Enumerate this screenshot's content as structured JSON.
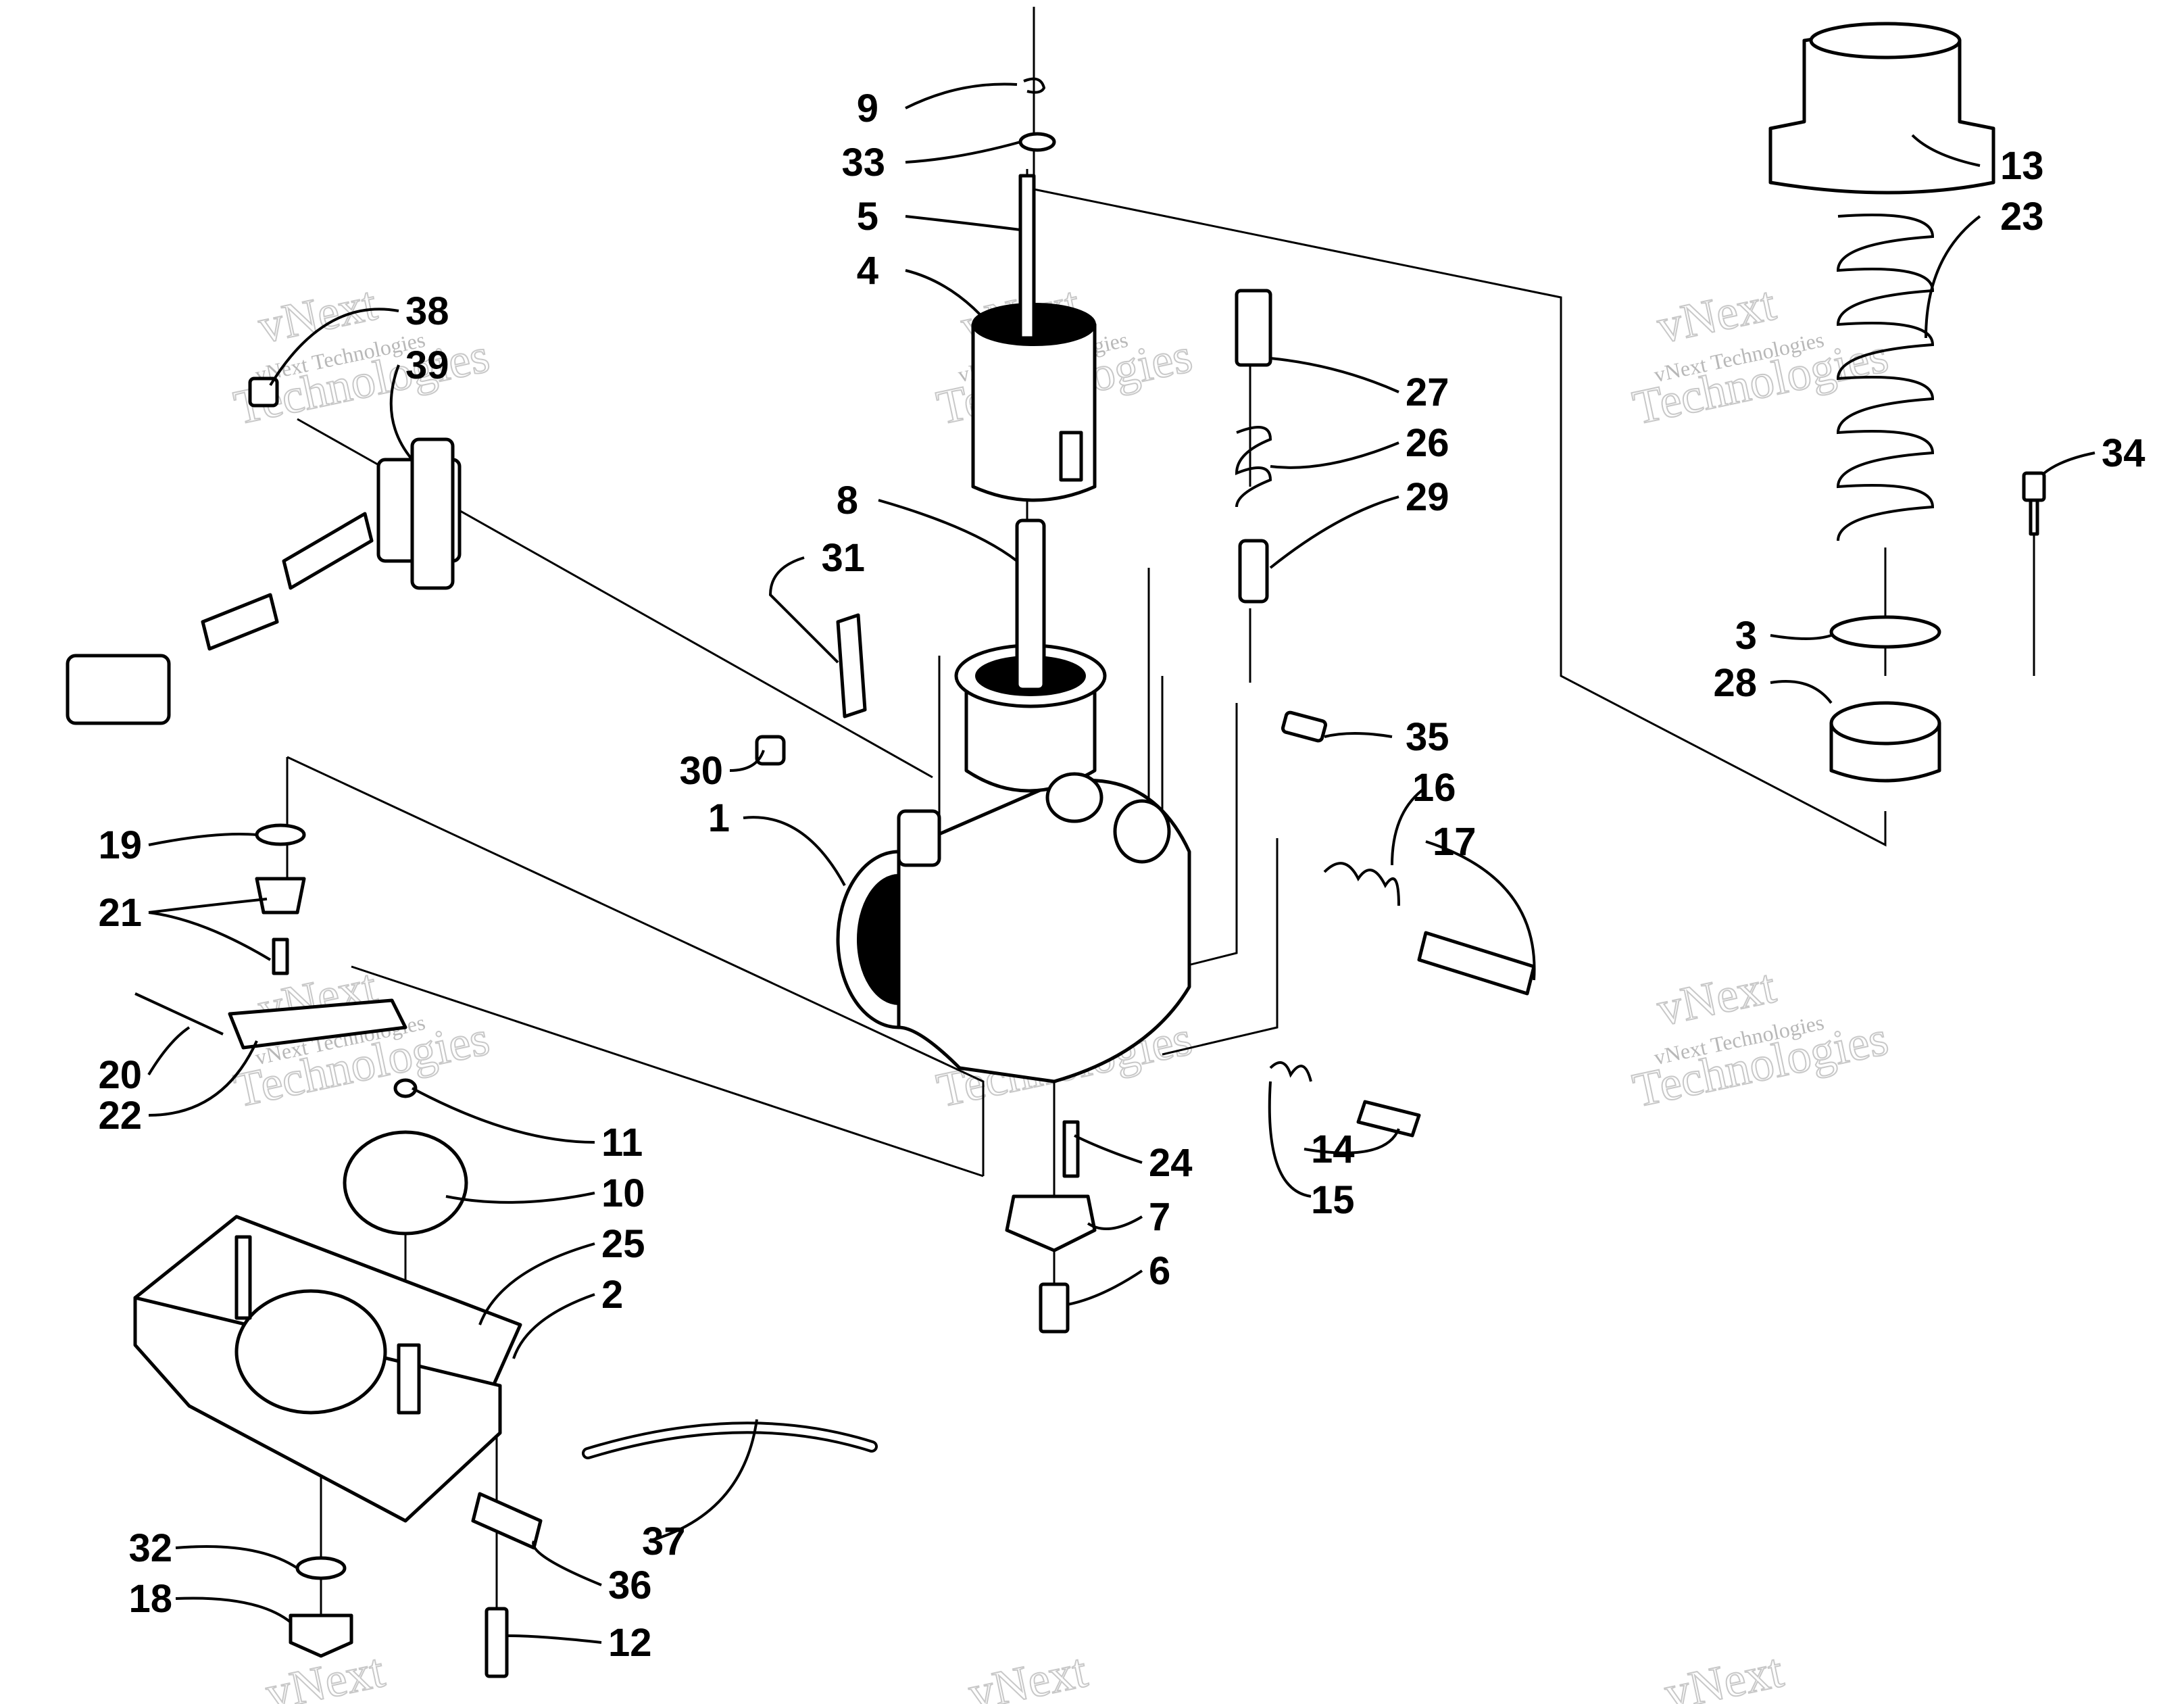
{
  "watermark": {
    "brand": "vNext",
    "company": "vNext Technologies",
    "tagline": "Technologies"
  },
  "callouts": [
    "1",
    "2",
    "3",
    "4",
    "5",
    "6",
    "7",
    "8",
    "9",
    "10",
    "11",
    "12",
    "13",
    "14",
    "15",
    "16",
    "17",
    "18",
    "19",
    "20",
    "21",
    "22",
    "23",
    "24",
    "25",
    "26",
    "27",
    "28",
    "29",
    "30",
    "31",
    "32",
    "33",
    "34",
    "35",
    "36",
    "37",
    "38",
    "39"
  ]
}
